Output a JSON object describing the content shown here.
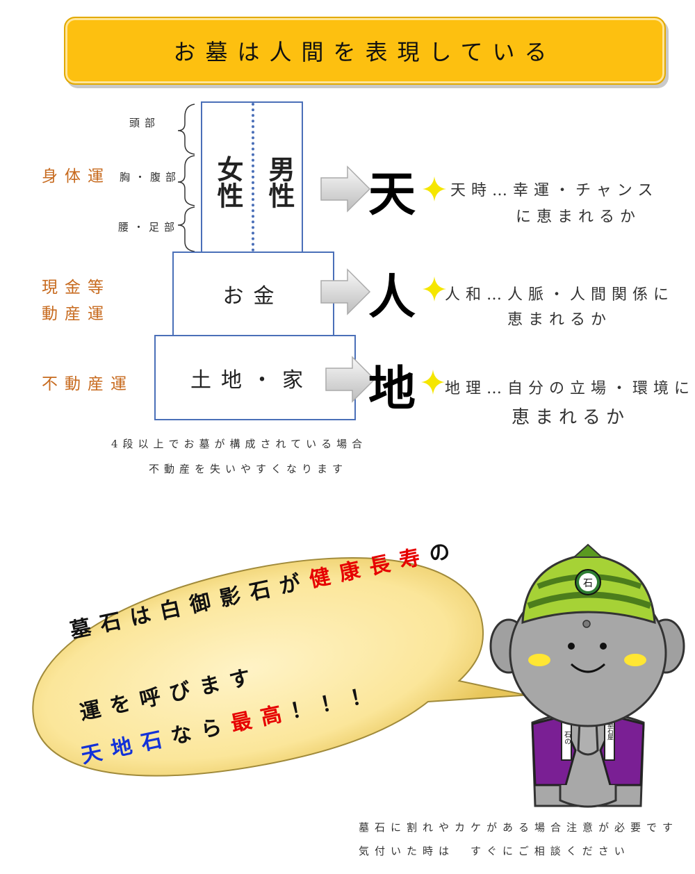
{
  "title": "お墓は人間を表現している",
  "parts": {
    "head": "頭部",
    "chest": "胸・腹部",
    "waist": "腰・足部"
  },
  "fortunes": {
    "body": "身体運",
    "money_line1": "現金等",
    "money_line2": "動産運",
    "realestate": "不動産運"
  },
  "stones": {
    "woman": "女性",
    "man": "男性",
    "money": "お金",
    "land": "土地・家"
  },
  "kanji": {
    "heaven": "天",
    "human": "人",
    "earth": "地"
  },
  "luck": {
    "heaven_line1": "天時…幸運・チャンス",
    "heaven_line2": "に恵まれるか",
    "human_line1": "人和…人脈・人間関係に",
    "human_line2": "恵まれるか",
    "earth_line1": "地理…自分の立場・環境に",
    "earth_line2": "恵まれるか"
  },
  "warning": {
    "line1": "4段以上でお墓が構成されている場合",
    "line2": "不動産を失いやすくなります"
  },
  "bubble": {
    "l1a": "墓石は白御影石が",
    "l1b": "健康長寿",
    "l1c": "の",
    "l2": "運を呼びます",
    "l3a": "天地石",
    "l3b": "なら",
    "l3c": "最高",
    "l3d": "！！！"
  },
  "mascot": {
    "hat_badge": "石",
    "robe_left": "石の",
    "robe_right": "墓石屋"
  },
  "footer": {
    "line1": "墓石に割れやカケがある場合注意が必要です",
    "line2": "気付いた時は　すぐにご相談ください"
  },
  "colors": {
    "banner": "#fdc010",
    "box_border": "#4a6fb8",
    "orange_text": "#c76a1e",
    "red": "#e60000",
    "blue": "#1332d8"
  }
}
